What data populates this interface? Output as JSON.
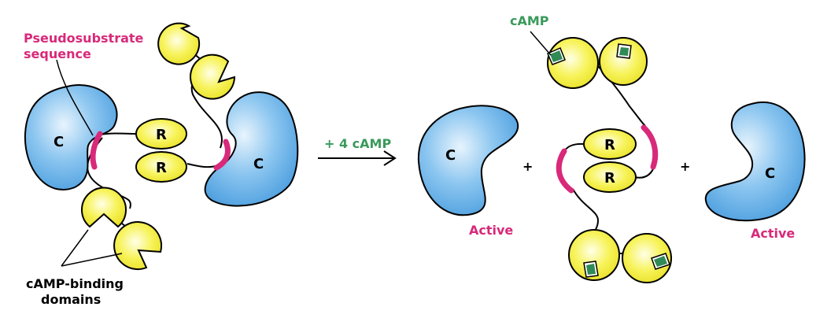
{
  "colors": {
    "catalytic_fill": "#5aaee6",
    "regulatory_fill": "#f2ee3c",
    "pseudosubstrate": "#d8297a",
    "camp": "#2f8a55",
    "label_magenta": "#d8297a",
    "label_green": "#3a9a5b"
  },
  "labels": {
    "pseudosubstrate_line1": "Pseudosubstrate",
    "pseudosubstrate_line2": "sequence",
    "camp_binding_line1": "cAMP-binding",
    "camp_binding_line2": "domains",
    "arrow_label": "+ 4 cAMP",
    "camp": "cAMP",
    "active": "Active",
    "plus": "+",
    "catalytic": "C",
    "regulatory": "R"
  }
}
